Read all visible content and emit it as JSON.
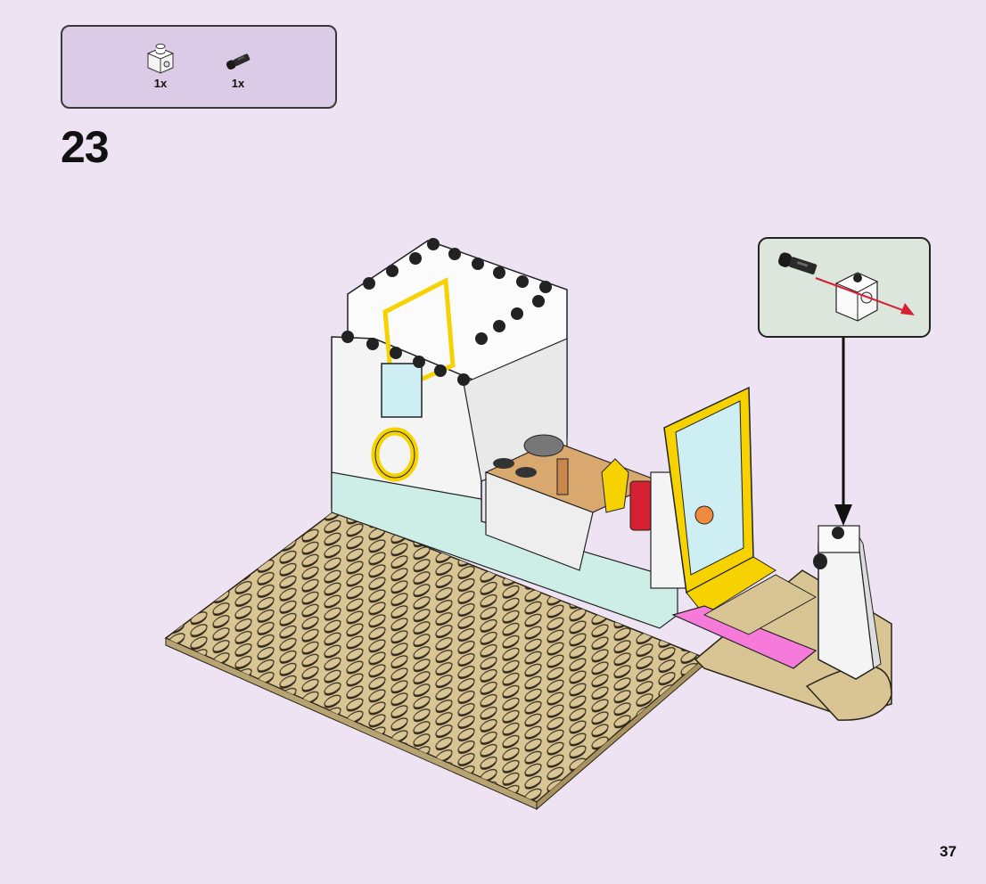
{
  "step": {
    "number": "23"
  },
  "parts": [
    {
      "name": "white-technic-brick-1x1",
      "quantity": "1x"
    },
    {
      "name": "black-technic-pin",
      "quantity": "1x"
    }
  ],
  "page": {
    "number": "37"
  },
  "colors": {
    "background": "#ede3f3",
    "parts_box": "#dccbe6",
    "callout": "#dde6dc",
    "baseplate_tan": "#d9c494",
    "accent_yellow": "#f6d200",
    "accent_pink": "#f57ad9",
    "arrow_red": "#d42030"
  },
  "callout": {
    "description_icon": "pin-into-brick-arrow"
  }
}
